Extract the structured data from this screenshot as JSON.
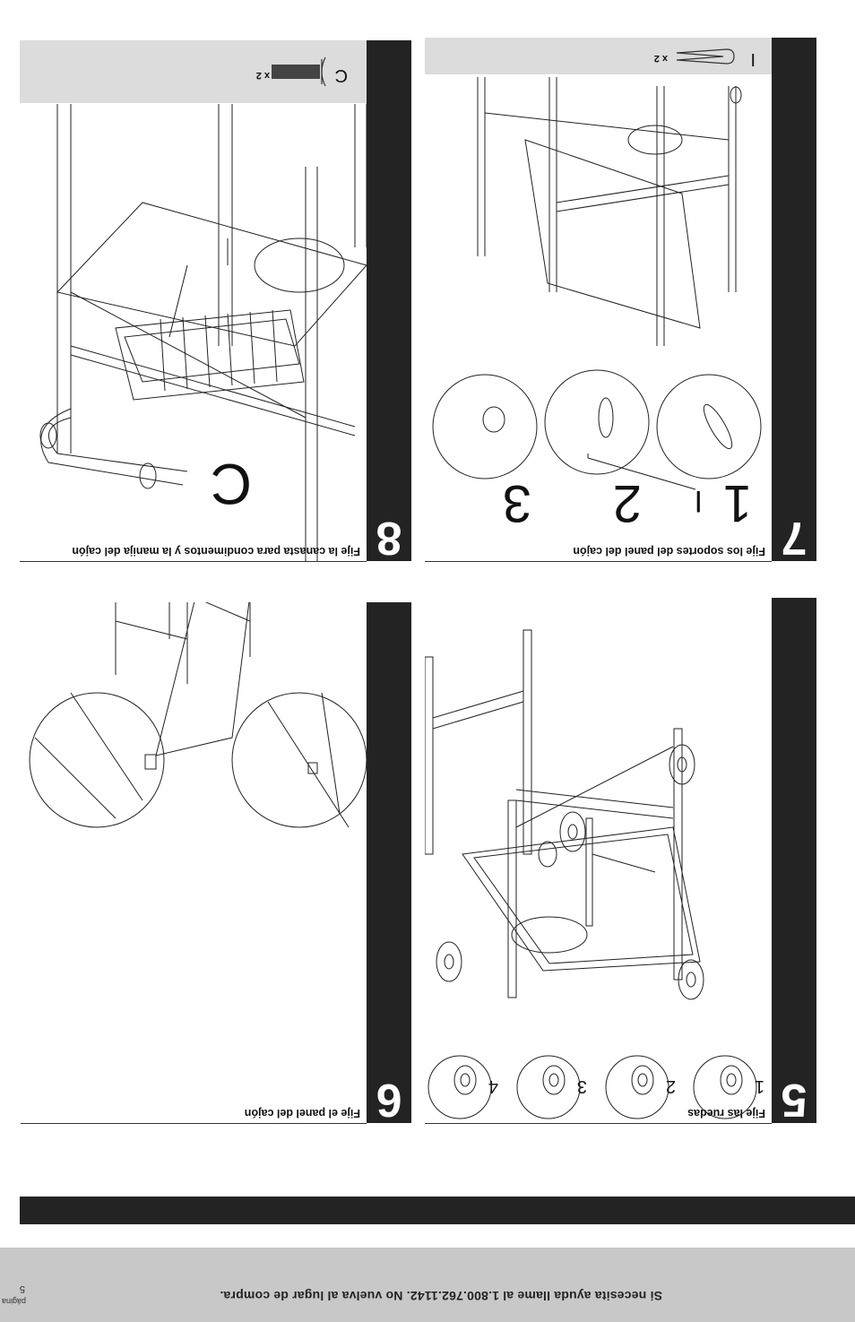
{
  "footer": {
    "page_label": "página",
    "page_number": "5",
    "help_text": "Si necesita ayuda llame al 1.800.762.1142. No vuelva al lugar de compra."
  },
  "steps": {
    "s5": {
      "number": "5",
      "caption": "Fije las ruedas",
      "sub": [
        "1",
        "2",
        "3",
        "4"
      ]
    },
    "s6": {
      "number": "6",
      "caption": "Fije el panel del cajón"
    },
    "s7": {
      "number": "7",
      "caption": "Fije los soportes del panel del cajón",
      "sub": [
        "1",
        "2",
        "3"
      ],
      "part_letter": "I",
      "part_qty": "x 2",
      "callout": "I"
    },
    "s8": {
      "number": "8",
      "caption": "Fije la canasta para condimentos y la manija del cajón",
      "part_letter": "C",
      "part_qty": "x 2",
      "callout": "C"
    }
  },
  "icons": [
    "hitch-pin-icon",
    "screw-icon",
    "caster-wheel-icon"
  ]
}
